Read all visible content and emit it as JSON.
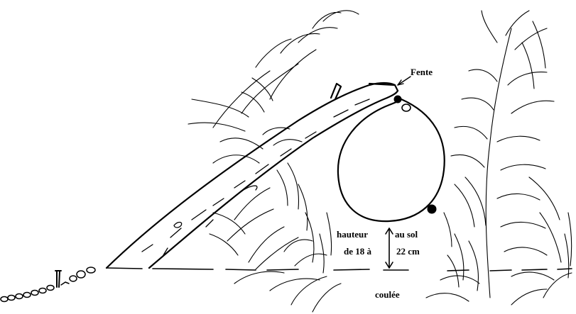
{
  "labels": {
    "slit": "Fente",
    "height_left_1": "hauteur",
    "height_left_2": "de 18 à",
    "height_right_1": "au sol",
    "height_right_2": "22 cm",
    "runway": "coulée"
  },
  "colors": {
    "ink": "#000000",
    "background": "#ffffff"
  }
}
